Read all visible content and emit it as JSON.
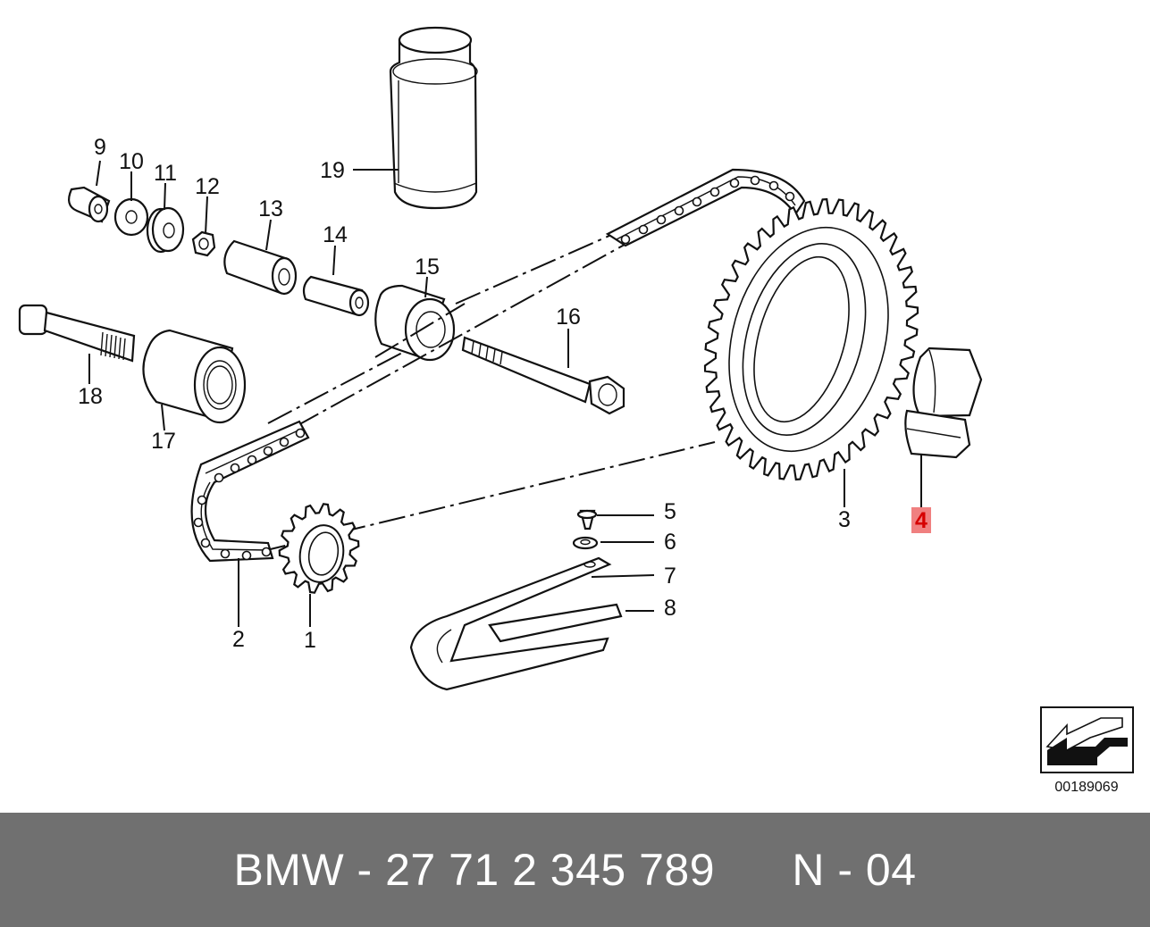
{
  "diagram": {
    "callouts": [
      {
        "id": "1",
        "label": "1"
      },
      {
        "id": "2",
        "label": "2"
      },
      {
        "id": "3",
        "label": "3"
      },
      {
        "id": "4",
        "label": "4",
        "highlight": true
      },
      {
        "id": "5",
        "label": "5"
      },
      {
        "id": "6",
        "label": "6"
      },
      {
        "id": "7",
        "label": "7"
      },
      {
        "id": "8",
        "label": "8"
      },
      {
        "id": "9",
        "label": "9"
      },
      {
        "id": "10",
        "label": "10"
      },
      {
        "id": "11",
        "label": "11"
      },
      {
        "id": "12",
        "label": "12"
      },
      {
        "id": "13",
        "label": "13"
      },
      {
        "id": "14",
        "label": "14"
      },
      {
        "id": "15",
        "label": "15"
      },
      {
        "id": "16",
        "label": "16"
      },
      {
        "id": "17",
        "label": "17"
      },
      {
        "id": "18",
        "label": "18"
      },
      {
        "id": "19",
        "label": "19"
      }
    ],
    "highlight_color": "#f08080",
    "highlight_text_color": "#d60000",
    "reference_number": "00189069",
    "direction_icon": "arrow-left-down-icon"
  },
  "footer": {
    "part_text": "BMW - 27 71 2 345 789",
    "page_text": "N - 04",
    "background": "#707070"
  }
}
